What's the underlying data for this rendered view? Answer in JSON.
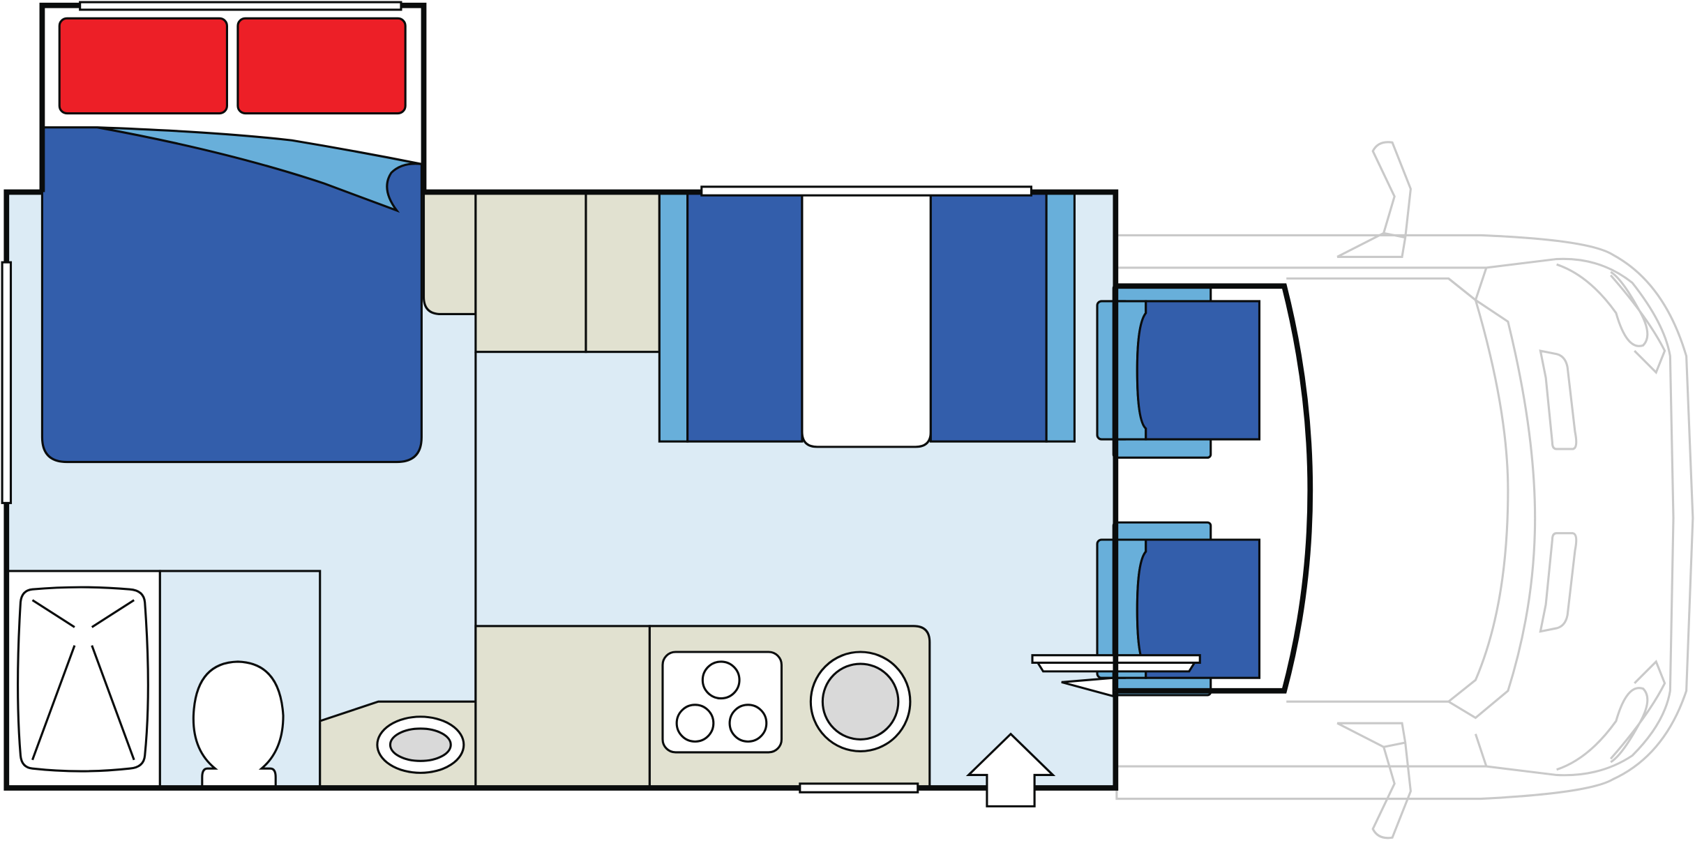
{
  "colors": {
    "pillow": "#ED1F27",
    "bed_cover": "#335EAB",
    "sheet": "#68AFDA",
    "floor": "#DCEBF5",
    "cabinet": "#E1E1D0",
    "cab_body": "#F7F8F7",
    "cab_outline": "#C9C9C9",
    "wall": "#0A0C0C",
    "fixture": "#D9D9D9"
  },
  "icons": [
    "double-bed",
    "pillow",
    "shower",
    "toilet",
    "washbasin",
    "cooktop",
    "sink",
    "dinette-table",
    "bench-seat",
    "cab-seat",
    "entry-arrow",
    "window",
    "vehicle-cab"
  ]
}
